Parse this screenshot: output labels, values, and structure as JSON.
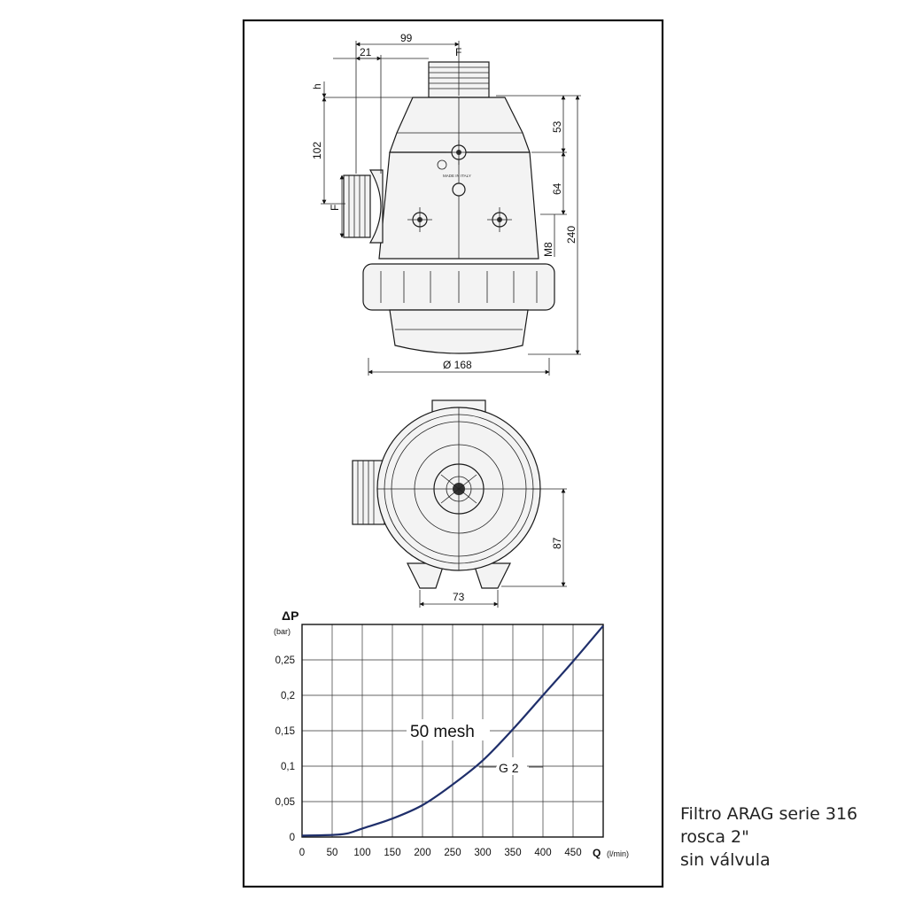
{
  "dimensions": {
    "d99": "99",
    "d21": "21",
    "dF_top": "F",
    "dh": "h",
    "d102": "102",
    "dF_side": "F",
    "d53": "53",
    "d64": "64",
    "dM8": "M8",
    "d240": "240",
    "d168": "Ø 168",
    "d87": "87",
    "d73": "73",
    "made_in": "MADE IN ITALY"
  },
  "chart_data": {
    "type": "line",
    "ylabel": "ΔP",
    "yunit": "(bar)",
    "xlabel": "Q",
    "xunit": "(l/min)",
    "xlim": [
      0,
      500
    ],
    "ylim": [
      0,
      0.3
    ],
    "x_ticks": [
      "0",
      "50",
      "100",
      "150",
      "200",
      "250",
      "300",
      "350",
      "400",
      "450"
    ],
    "y_ticks": [
      "0",
      "0,05",
      "0,1",
      "0,15",
      "0,2",
      "0,25"
    ],
    "grid": true,
    "annotations": [
      "50 mesh",
      "G 2"
    ],
    "series": [
      {
        "x": [
          0,
          50,
          75,
          100,
          150,
          200,
          250,
          300,
          350,
          400,
          450,
          500
        ],
        "y": [
          0.002,
          0.003,
          0.005,
          0.012,
          0.026,
          0.045,
          0.074,
          0.108,
          0.152,
          0.2,
          0.248,
          0.298
        ],
        "color": "#1f2f6b"
      }
    ]
  },
  "caption": {
    "line1": "Filtro ARAG serie 316",
    "line2": "rosca 2\"",
    "line3": "sin válvula"
  }
}
